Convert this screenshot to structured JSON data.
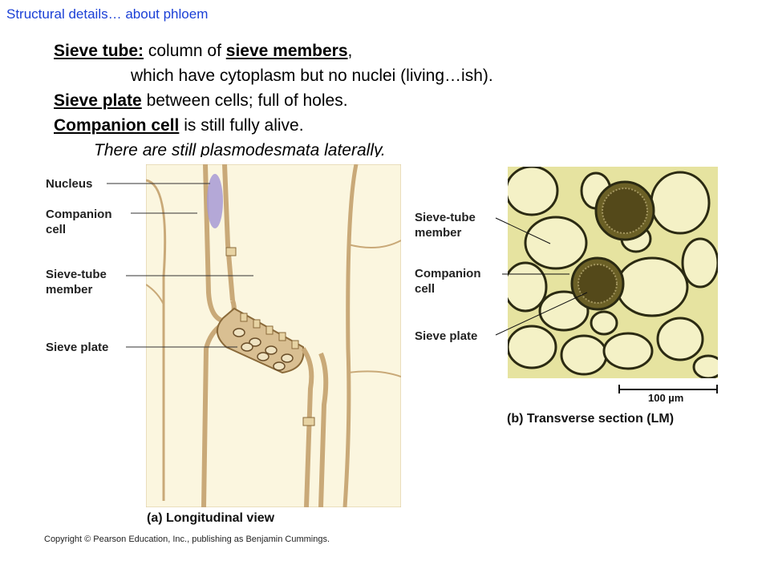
{
  "slide": {
    "title": "Structural details… about phloem"
  },
  "bullets": {
    "line1_term1": "Sieve tube:",
    "line1_text1": " column of ",
    "line1_term2": "sieve members",
    "line1_text2": ",",
    "line2": "which have cytoplasm but no nuclei (living…ish).",
    "line3_term": "Sieve plate",
    "line3_text": " between cells;  full of holes.",
    "line4_term": "Companion cell",
    "line4_text": " is still fully alive.",
    "line5": "There are still plasmodesmata laterally."
  },
  "figure_a": {
    "labels": {
      "nucleus": "Nucleus",
      "companion_cell": "Companion cell",
      "sieve_tube_member": "Sieve-tube member",
      "sieve_plate": "Sieve plate"
    },
    "caption": "(a) Longitudinal view"
  },
  "figure_b": {
    "labels": {
      "sieve_tube_member": "Sieve-tube member",
      "companion_cell": "Companion cell",
      "sieve_plate": "Sieve plate"
    },
    "scale_bar": "100 µm",
    "caption": "(b) Transverse section (LM)"
  },
  "copyright": "Copyright © Pearson Education, Inc., publishing as Benjamin Cummings.",
  "colors": {
    "title_blue": "#1a3fd6",
    "cell_fill": "#fbf6df",
    "wall": "#c9a978",
    "nucleus": "#a79ad6",
    "micro_bg": "#e6e3a0",
    "micro_wall": "#2b2a12"
  }
}
